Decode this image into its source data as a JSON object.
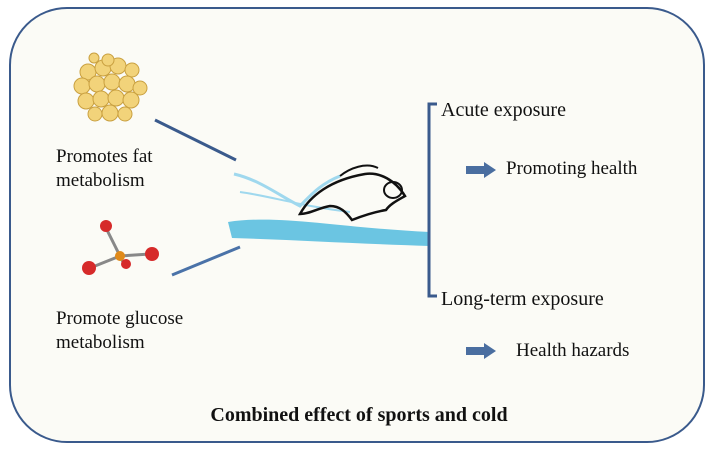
{
  "diagram": {
    "title": "Combined effect of sports and cold",
    "left_items": [
      {
        "line1": "Promotes fat",
        "line2": "metabolism",
        "icon": "fat-cells-icon"
      },
      {
        "line1": "Promote glucose",
        "line2": "metabolism",
        "icon": "molecule-icon"
      }
    ],
    "center_icon": "swimmer-icon",
    "branches": [
      {
        "label": "Acute exposure",
        "outcome": "Promoting health"
      },
      {
        "label": "Long-term exposure",
        "outcome": "Health hazards"
      }
    ],
    "colors": {
      "border": "#3a5a8c",
      "connector": "#3a5a8c",
      "arrow": "#4a6ea0",
      "water": "#5bbfe0",
      "fat": "#f2d37a",
      "molecule_red": "#d62a2a",
      "molecule_core": "#e08a1a"
    }
  }
}
